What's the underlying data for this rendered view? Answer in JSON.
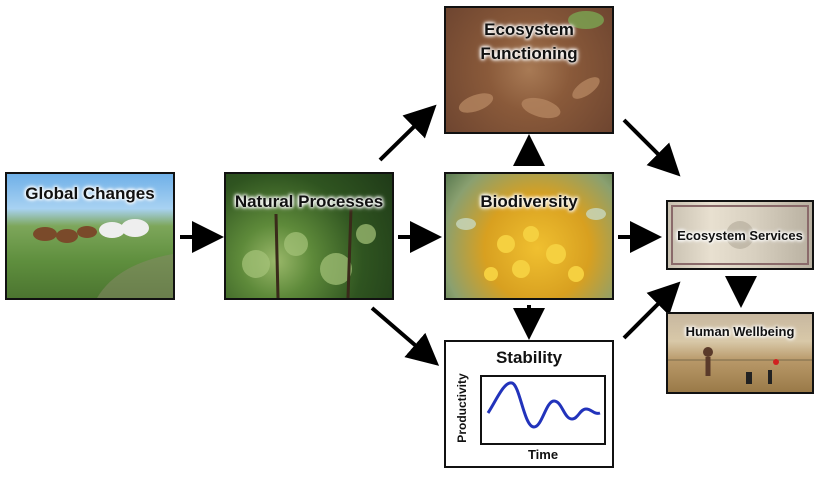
{
  "nodes": {
    "global_changes": "Global Changes",
    "natural_processes": "Natural Processes",
    "ecosystem_functioning": "Ecosystem Functioning",
    "biodiversity": "Biodiversity",
    "stability": "Stability",
    "ecosystem_services": "Ecosystem Services",
    "human_wellbeing": "Human Wellbeing"
  },
  "stability_plot": {
    "xlabel": "Time",
    "ylabel": "Productivity",
    "line_color": "#2233bb"
  },
  "colors": {
    "border": "#111111",
    "arrow": "#000000"
  }
}
